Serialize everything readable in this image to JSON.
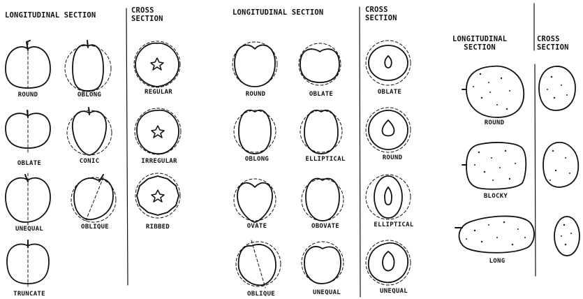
{
  "panel_a": {
    "header_longitudinal": "LONGITUDINAL SECTION",
    "header_cross_line1": "CROSS",
    "header_cross_line2": "SECTION",
    "labels": {
      "round": "ROUND",
      "oblong": "OBLONG",
      "regular": "REGULAR",
      "oblate": "OBLATE",
      "conic": "CONIC",
      "irregular": "IRREGULAR",
      "unequal": "UNEQUAL",
      "oblique": "OBLIQUE",
      "ribbed": "RIBBED",
      "truncate": "TRUNCATE"
    }
  },
  "panel_b": {
    "header_longitudinal": "LONGITUDINAL SECTION",
    "header_cross_line1": "CROSS",
    "header_cross_line2": "SECTION",
    "labels": {
      "round": "ROUND",
      "oblate": "OBLATE",
      "cross_oblate": "OBLATE",
      "oblong": "OBLONG",
      "elliptical": "ELLIPTICAL",
      "cross_round": "ROUND",
      "ovate": "OVATE",
      "obovate": "OBOVATE",
      "cross_elliptical": "ELLIPTICAL",
      "oblique": "OBLIQUE",
      "unequal": "UNEQUAL",
      "cross_unequal": "UNEQUAL"
    }
  },
  "panel_c": {
    "header_longitudinal_line1": "LONGITUDINAL",
    "header_longitudinal_line2": "SECTION",
    "header_cross_line1": "CROSS",
    "header_cross_line2": "SECTION",
    "labels": {
      "round": "ROUND",
      "blocky": "BLOCKY",
      "long": "LONG"
    }
  }
}
